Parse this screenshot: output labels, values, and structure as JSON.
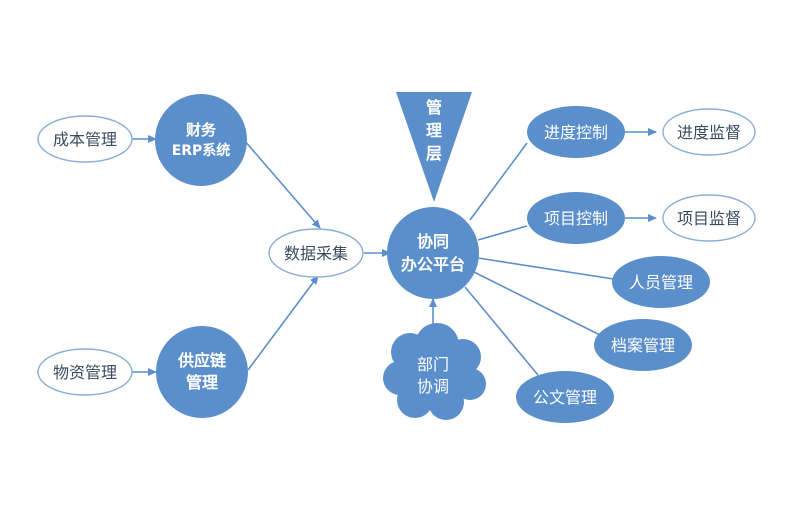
{
  "colors": {
    "fill": "#5b8fcb",
    "outline": "#8aaed6",
    "arrow": "#5b8fcb",
    "text_light": "#ffffff",
    "text_dark": "#3b4b5e",
    "outline_fill": "#ffffff"
  },
  "nodes": {
    "finance_erp": {
      "line1": "财务",
      "line2": "ERP系统"
    },
    "cost_mgmt": {
      "label": "成本管理"
    },
    "supply_chain": {
      "line1": "供应链",
      "line2": "管理"
    },
    "material_mgmt": {
      "label": "物资管理"
    },
    "data_collection": {
      "label": "数据采集"
    },
    "platform": {
      "line1": "协同",
      "line2": "办公平台"
    },
    "management_layer": {
      "line1": "管",
      "line2": "理",
      "line3": "层"
    },
    "dept_coord": {
      "line1": "部门",
      "line2": "协调"
    },
    "progress_control": {
      "label": "进度控制"
    },
    "progress_supervision": {
      "label": "进度监督"
    },
    "project_control": {
      "label": "项目控制"
    },
    "project_supervision": {
      "label": "项目监督"
    },
    "personnel_mgmt": {
      "label": "人员管理"
    },
    "archive_mgmt": {
      "label": "档案管理"
    },
    "document_mgmt": {
      "label": "公文管理"
    }
  }
}
